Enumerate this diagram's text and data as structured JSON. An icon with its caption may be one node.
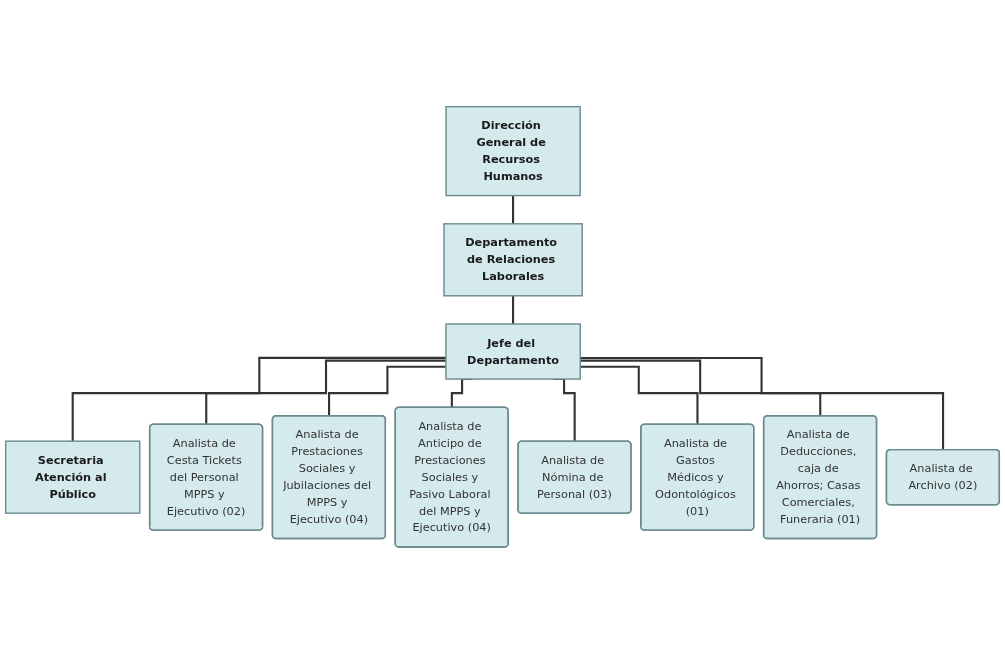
{
  "diagram": {
    "nodes": [
      {
        "text": [
          "Dirección General de Recursos Humanos"
        ]
      },
      {
        "text": [
          "Departamento de Relaciones Laborales"
        ]
      },
      {
        "text": [
          "Jefe del Departamento"
        ]
      },
      {
        "text": [
          "Secretaria Atención al Público"
        ]
      },
      {
        "text": [
          "Analista de Cesta Tickets del Personal MPPS y Ejecutivo (02)"
        ]
      },
      {
        "text": [
          "Analista de Prestaciones Sociales y Jubilaciones del MPPS y Ejecutivo (04)"
        ]
      },
      {
        "text": [
          "Analista de Anticipo de Prestaciones Sociales y Pasivo Laboral del MPPS y Ejecutivo (04)"
        ]
      },
      {
        "text": [
          "Analista de Nómina de Personal (03)"
        ]
      },
      {
        "text": [
          "Analista de Gastos Médicos y Odontológicos (01)"
        ]
      },
      {
        "text": [
          "Analista de Deducciones, caja de Ahorros; Casas Comerciales, Funeraria (01)"
        ]
      },
      {
        "text": [
          "Analista de Archivo (02)"
        ]
      }
    ],
    "edges": [
      {
        "from": 0,
        "to": 1,
        "arrow": "none"
      },
      {
        "from": 1,
        "to": 2,
        "arrow": "none"
      },
      {
        "from": 2,
        "to": 3,
        "arrow": "none"
      },
      {
        "from": 2,
        "to": 4,
        "arrow": "none"
      },
      {
        "from": 2,
        "to": 5,
        "arrow": "none"
      },
      {
        "from": 2,
        "to": 6,
        "arrow": "none"
      },
      {
        "from": 2,
        "to": 7,
        "arrow": "none"
      },
      {
        "from": 2,
        "to": 8,
        "arrow": "none"
      },
      {
        "from": 2,
        "to": 9,
        "arrow": "none"
      },
      {
        "from": 2,
        "to": 10,
        "arrow": "none"
      }
    ]
  }
}
